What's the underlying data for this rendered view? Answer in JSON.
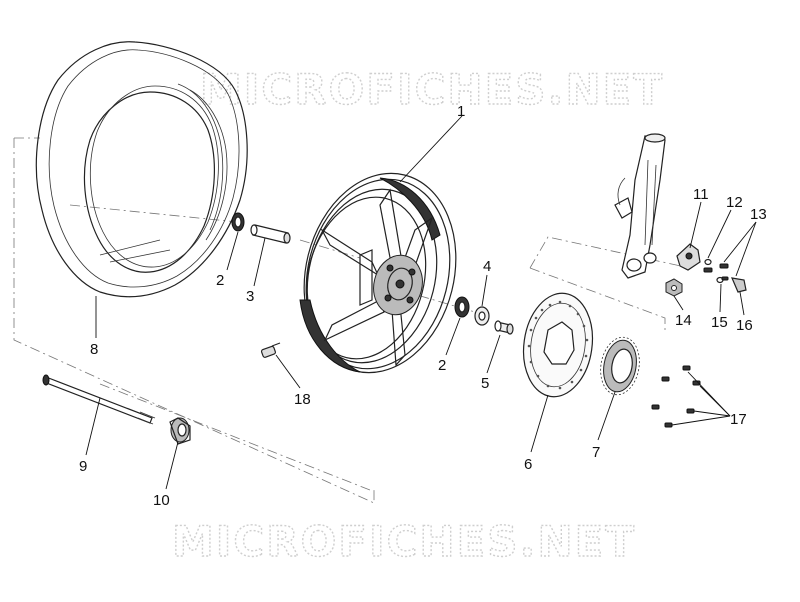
{
  "watermark": {
    "top": "MICROFICHES.NET",
    "bottom": "MICROFICHES.NET"
  },
  "callouts": [
    {
      "id": "c1",
      "number": "1"
    },
    {
      "id": "c2a",
      "number": "2"
    },
    {
      "id": "c2b",
      "number": "2"
    },
    {
      "id": "c3",
      "number": "3"
    },
    {
      "id": "c4",
      "number": "4"
    },
    {
      "id": "c5",
      "number": "5"
    },
    {
      "id": "c6",
      "number": "6"
    },
    {
      "id": "c7",
      "number": "7"
    },
    {
      "id": "c8",
      "number": "8"
    },
    {
      "id": "c9",
      "number": "9"
    },
    {
      "id": "c10",
      "number": "10"
    },
    {
      "id": "c11",
      "number": "11"
    },
    {
      "id": "c12",
      "number": "12"
    },
    {
      "id": "c13",
      "number": "13"
    },
    {
      "id": "c14",
      "number": "14"
    },
    {
      "id": "c15",
      "number": "15"
    },
    {
      "id": "c16",
      "number": "16"
    },
    {
      "id": "c17",
      "number": "17"
    },
    {
      "id": "c18",
      "number": "18"
    }
  ]
}
